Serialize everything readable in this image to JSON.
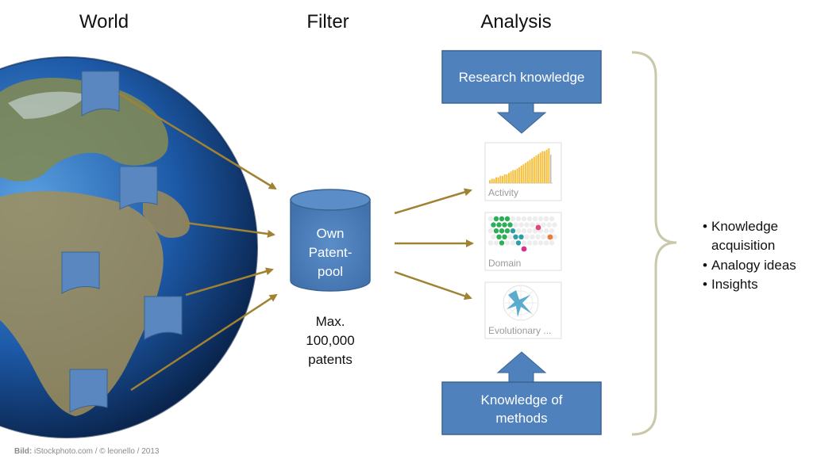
{
  "headers": {
    "world": "World",
    "filter": "Filter",
    "analysis": "Analysis"
  },
  "pool": {
    "line1": "Own",
    "line2": "Patent-",
    "line3": "pool"
  },
  "capacity": {
    "line1": "Max.",
    "line2": "100,000",
    "line3": "patents"
  },
  "research_box": {
    "label": "Research knowledge"
  },
  "methods_box": {
    "line1": "Knowledge of",
    "line2": "methods"
  },
  "cards": [
    {
      "label": "Activity"
    },
    {
      "label": "Domain"
    },
    {
      "label": "Evolutionary ..."
    }
  ],
  "results": [
    {
      "line1": "Knowledge",
      "line2": "acquisition"
    },
    {
      "line1": "Analogy ideas"
    },
    {
      "line1": "Insights"
    }
  ],
  "credit": {
    "prefix": "Bild:",
    "text": " iStockphoto.com / © leonello / 2013"
  },
  "colors": {
    "box_blue": "#4f81bd",
    "box_border": "#3a6592",
    "arrow_gold": "#a08232",
    "brace": "#c9c8a8",
    "activity_bars": "#f5c142",
    "ocean": "#1d5aa8",
    "land": "#8a8a5c"
  },
  "chart_data": {
    "type": "bar",
    "title": "Activity",
    "values": [
      2,
      3,
      3,
      4,
      4,
      5,
      5,
      6,
      6,
      7,
      8,
      9,
      9,
      10,
      11,
      12,
      13,
      14,
      15,
      16,
      17,
      18,
      19,
      20,
      21,
      22,
      22,
      23,
      24
    ]
  }
}
